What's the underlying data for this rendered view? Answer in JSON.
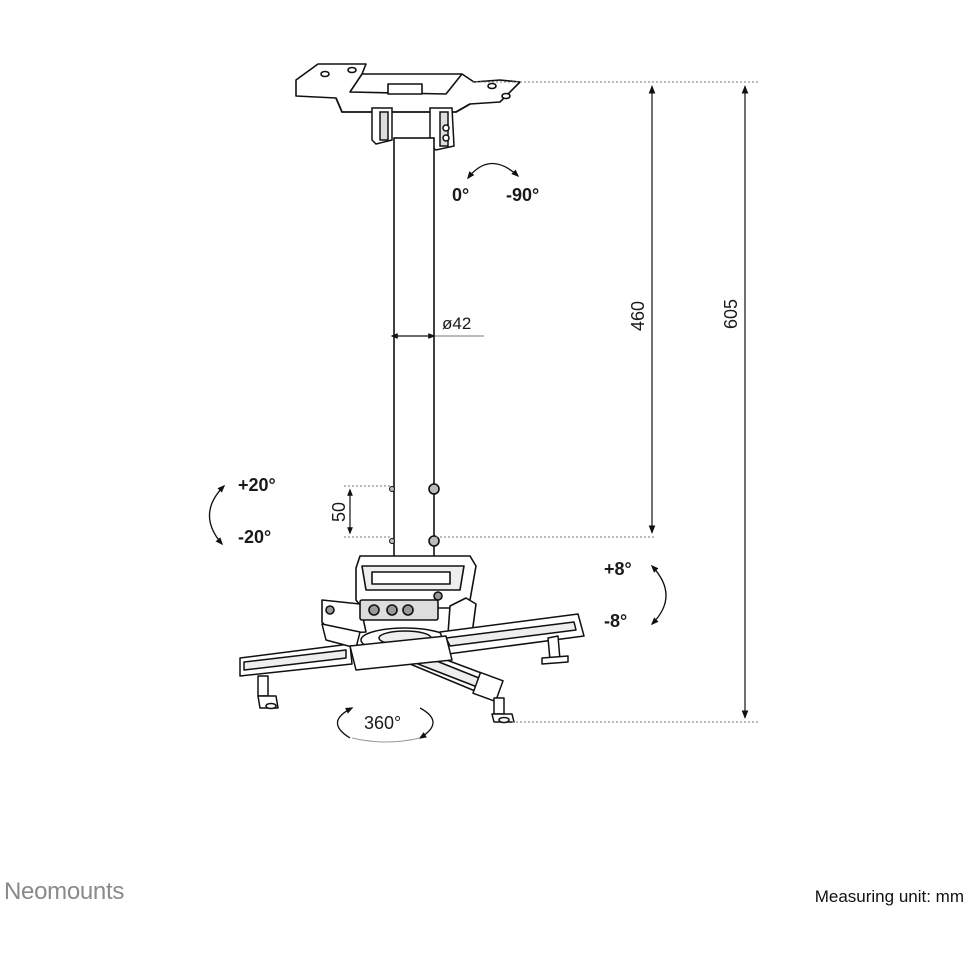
{
  "brand": {
    "name": "Neomounts"
  },
  "footer": {
    "measuring_unit": "Measuring unit: mm"
  },
  "dimensions": {
    "pole_diameter": "ø42",
    "drop_height": "460",
    "total_height": "605",
    "adjust_step": "50"
  },
  "rotations": {
    "swivel_start": "0°",
    "swivel_end": "-90°",
    "tilt_up": "+20°",
    "tilt_down": "-20°",
    "roll_up": "+8°",
    "roll_down": "-8°",
    "rotate": "360°"
  },
  "colors": {
    "line": "#111111",
    "dim_line": "#777777",
    "brand": "#8a8a8a"
  }
}
